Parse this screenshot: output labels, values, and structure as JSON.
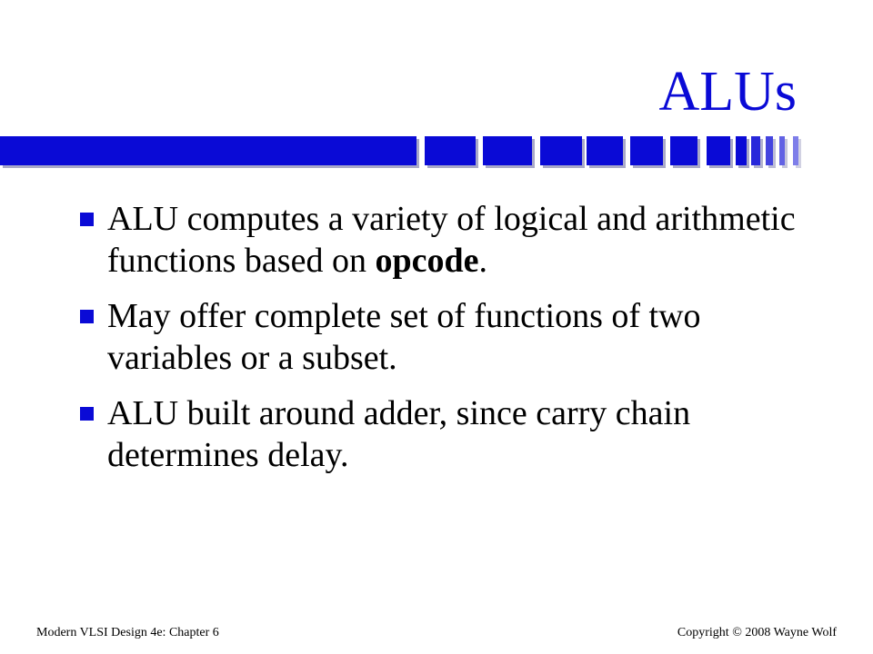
{
  "slide": {
    "title": "ALUs",
    "accent_color": "#0a0ad6"
  },
  "bullets": [
    {
      "parts": [
        {
          "text": "ALU computes a variety of logical and arithmetic functions based on ",
          "bold": false
        },
        {
          "text": "opcode",
          "bold": true
        },
        {
          "text": ".",
          "bold": false
        }
      ]
    },
    {
      "parts": [
        {
          "text": "May offer complete set of functions of two variables or a subset.",
          "bold": false
        }
      ]
    },
    {
      "parts": [
        {
          "text": "ALU built around adder, since carry chain determines delay.",
          "bold": false
        }
      ]
    }
  ],
  "bullet_icon": "square-bullet-icon",
  "footer": {
    "left": "Modern VLSI Design 4e: Chapter 6",
    "right": "Copyright © 2008 Wayne Wolf"
  }
}
